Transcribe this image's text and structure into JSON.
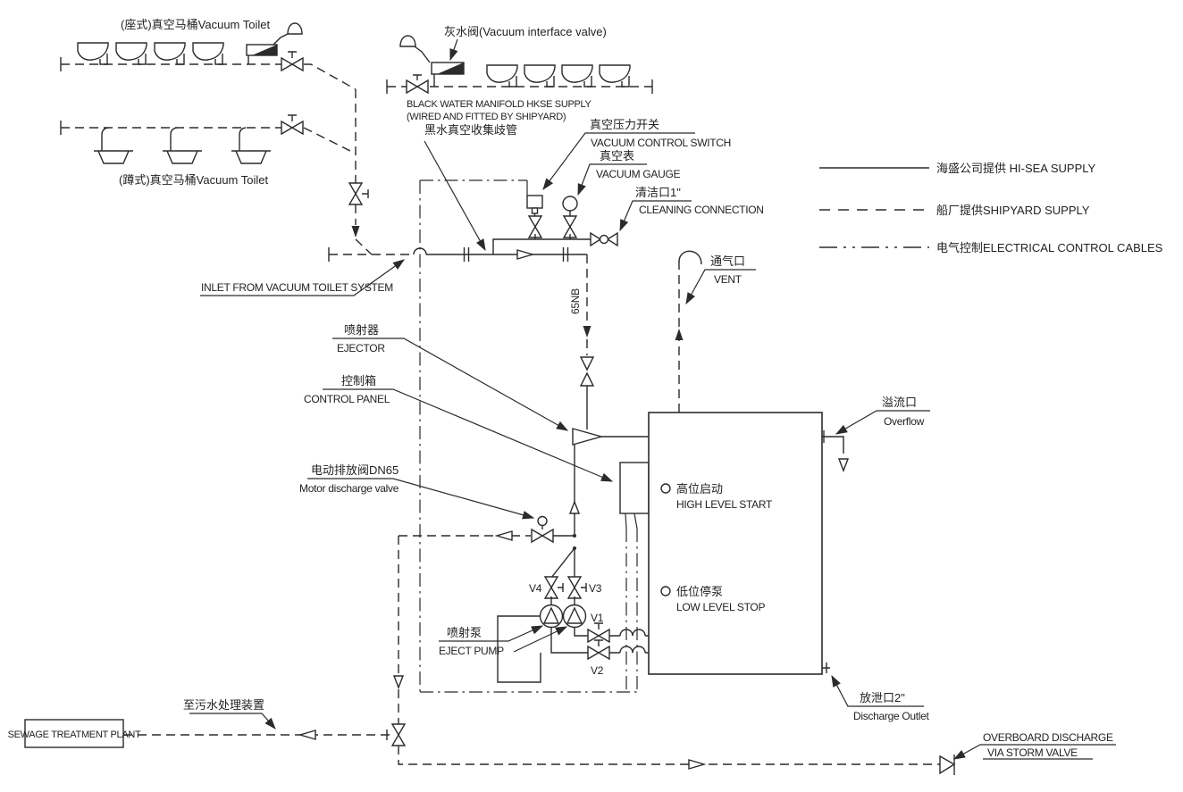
{
  "labels": {
    "seated_toilet": "(座式)真空马桶Vacuum Toilet",
    "squat_toilet": "(蹲式)真空马桶Vacuum Toilet",
    "interface_valve": "灰水阀(Vacuum interface valve)",
    "manifold_line1": "BLACK WATER MANIFOLD HKSE SUPPLY",
    "manifold_line2": "(WIRED AND FITTED BY SHIPYARD)",
    "manifold_line3": "黑水真空收集歧管",
    "vacuum_switch_cn": "真空压力开关",
    "vacuum_switch_en": "VACUUM CONTROL SWITCH",
    "vacuum_gauge_cn": "真空表",
    "vacuum_gauge_en": "VACUUM GAUGE",
    "cleaning_cn": "清洁口1\"",
    "cleaning_en": "CLEANING CONNECTION",
    "inlet": "INLET FROM VACUUM TOILET SYSTEM",
    "pipe_size": "65NB",
    "vent_cn": "通气口",
    "vent_en": "VENT",
    "ejector_cn": "喷射器",
    "ejector_en": "EJECTOR",
    "control_panel_cn": "控制箱",
    "control_panel_en": "CONTROL PANEL",
    "motor_valve_cn": "电动排放阀DN65",
    "motor_valve_en": "Motor discharge valve",
    "overflow_cn": "溢流口",
    "overflow_en": "Overflow",
    "high_level_cn": "高位启动",
    "high_level_en": "HIGH LEVEL START",
    "low_level_cn": "低位停泵",
    "low_level_en": "LOW LEVEL STOP",
    "eject_pump_cn": "喷射泵",
    "eject_pump_en": "EJECT PUMP",
    "v1": "V1",
    "v2": "V2",
    "v3": "V3",
    "v4": "V4",
    "discharge_outlet_cn": "放泄口2\"",
    "discharge_outlet_en": "Discharge Outlet",
    "overboard_l1": "OVERBOARD DISCHARGE",
    "overboard_l2": "VIA STORM VALVE",
    "sewage_plant": "SEWAGE TREATMENT PLANT",
    "to_sewage_cn": "至污水处理装置"
  },
  "legend": {
    "hisea": "海盛公司提供 HI-SEA SUPPLY",
    "shipyard": "船厂提供SHIPYARD SUPPLY",
    "electrical": "电气控制ELECTRICAL CONTROL CABLES"
  },
  "colors": {
    "line": "#2b2b2b",
    "background": "#ffffff"
  }
}
